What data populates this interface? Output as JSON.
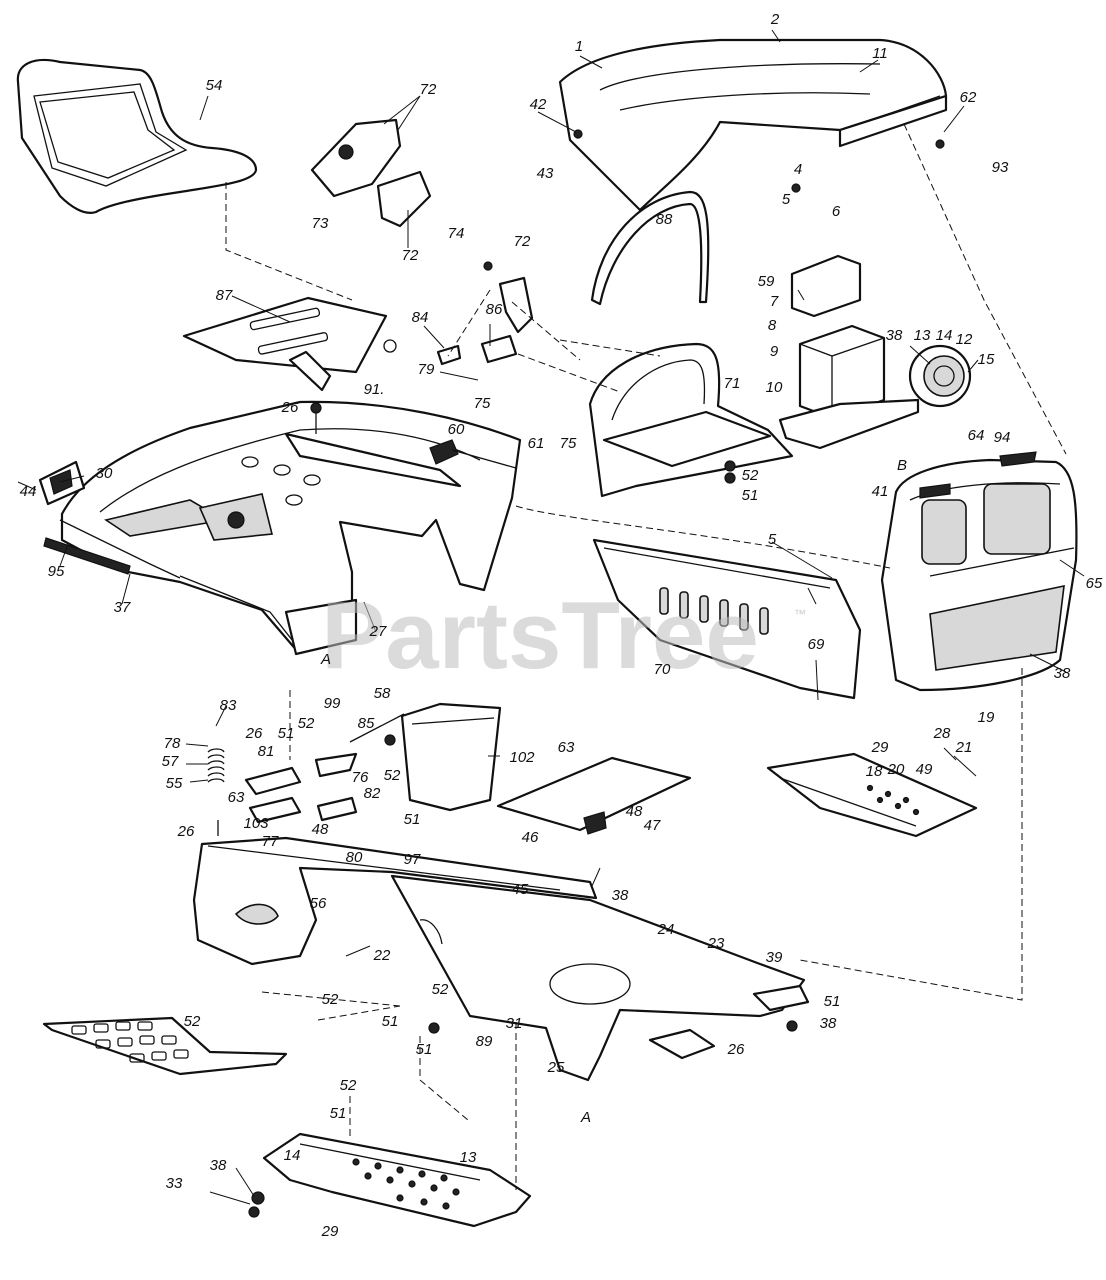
{
  "watermark": {
    "text": "PartsTree",
    "mark": "™"
  },
  "callouts": [
    "1",
    "2",
    "11",
    "42",
    "43",
    "62",
    "93",
    "4",
    "5",
    "6",
    "54",
    "72",
    "73",
    "72",
    "88",
    "74",
    "72",
    "59",
    "7",
    "8",
    "38",
    "13",
    "14",
    "12",
    "9",
    "15",
    "10",
    "87",
    "84",
    "86",
    "79",
    "75",
    "91.",
    "26",
    "60",
    "71",
    "61",
    "75",
    "52",
    "51",
    "B",
    "94",
    "64",
    "41",
    "30",
    "44",
    "95",
    "37",
    "27",
    "A",
    "5",
    "65",
    "69",
    "70",
    "38",
    "28",
    "19",
    "83",
    "99",
    "58",
    "78",
    "26",
    "51",
    "52",
    "85",
    "102",
    "63",
    "57",
    "81",
    "76",
    "52",
    "55",
    "82",
    "63",
    "51",
    "103",
    "48",
    "29",
    "21",
    "26",
    "77",
    "80",
    "48",
    "47",
    "46",
    "18",
    "20",
    "49",
    "97",
    "56",
    "45",
    "38",
    "22",
    "24",
    "23",
    "39",
    "52",
    "52",
    "89",
    "51",
    "51",
    "31",
    "52",
    "51",
    "38",
    "25",
    "26",
    "A",
    "52",
    "51",
    "14",
    "38",
    "13",
    "33",
    "29"
  ]
}
